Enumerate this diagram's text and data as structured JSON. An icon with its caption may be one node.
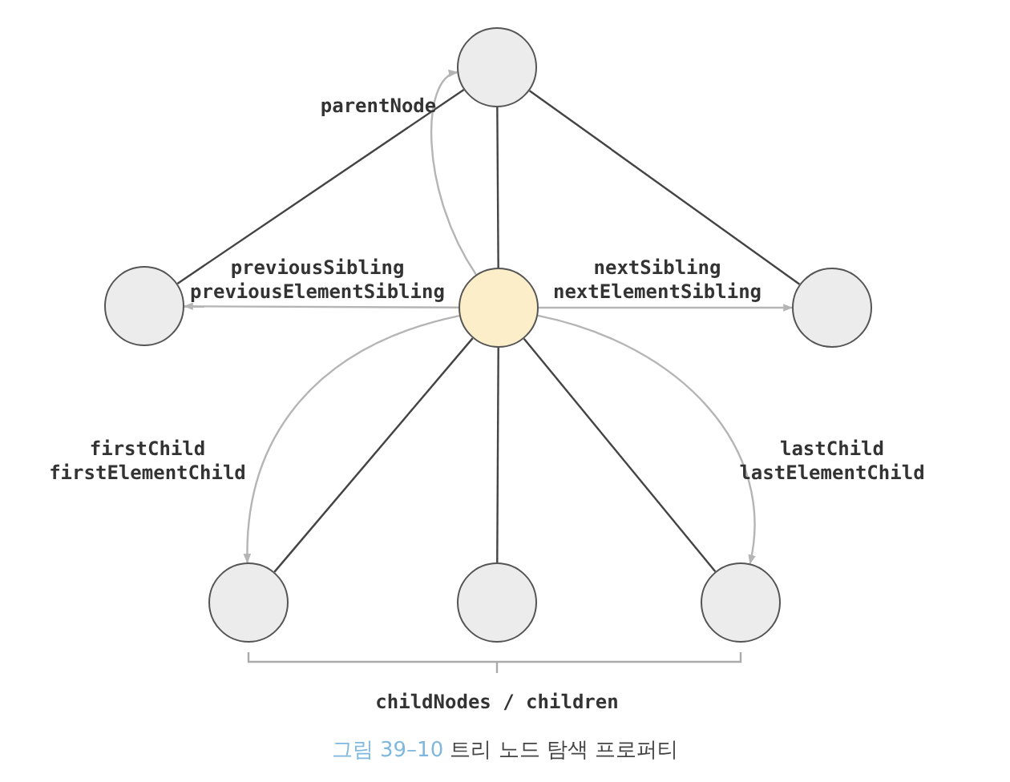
{
  "diagram": {
    "caption": "그림 39–10 트리 노드 탐색 프로퍼티",
    "nodes": [
      {
        "text": [],
        "shape": "circle"
      },
      {
        "text": [],
        "shape": "circle"
      },
      {
        "text": [],
        "shape": "circle"
      },
      {
        "text": [],
        "shape": "circle"
      },
      {
        "text": [],
        "shape": "circle"
      },
      {
        "text": [],
        "shape": "circle"
      },
      {
        "text": [],
        "shape": "circle"
      }
    ],
    "edges": [
      {
        "from": 0,
        "to": 1,
        "arrow": "none"
      },
      {
        "from": 0,
        "to": 2,
        "arrow": "none"
      },
      {
        "from": 0,
        "to": 3,
        "arrow": "none"
      },
      {
        "from": 2,
        "to": 4,
        "arrow": "none"
      },
      {
        "from": 2,
        "to": 5,
        "arrow": "none"
      },
      {
        "from": 2,
        "to": 6,
        "arrow": "none"
      },
      {
        "from": 2,
        "to": 0,
        "arrow": "to",
        "label": "parentNode",
        "color": "#b5b5b5"
      },
      {
        "from": 2,
        "to": 1,
        "arrow": "to",
        "label": "previousSibling previousElementSibling",
        "color": "#b5b5b5"
      },
      {
        "from": 2,
        "to": 3,
        "arrow": "to",
        "label": "nextSibling nextElementSibling",
        "color": "#b5b5b5"
      },
      {
        "from": 2,
        "to": 4,
        "arrow": "to",
        "label": "firstChild firstElementChild",
        "color": "#b5b5b5"
      },
      {
        "from": 2,
        "to": 6,
        "arrow": "to",
        "label": "lastChild lastElementChild",
        "color": "#b5b5b5"
      }
    ],
    "labels": [
      "childNodes / children"
    ]
  }
}
